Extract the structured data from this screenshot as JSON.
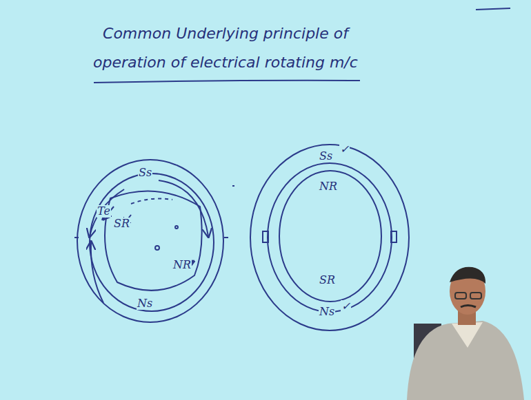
{
  "diagram": {
    "title": "Common Underlying principle of operation of electrical rotating m/c",
    "labels": [
      "Ss",
      "Te",
      "SR",
      "NR",
      "Ns",
      "Ss",
      "✓",
      "NR",
      "SR",
      "Ns",
      "✓"
    ]
  }
}
